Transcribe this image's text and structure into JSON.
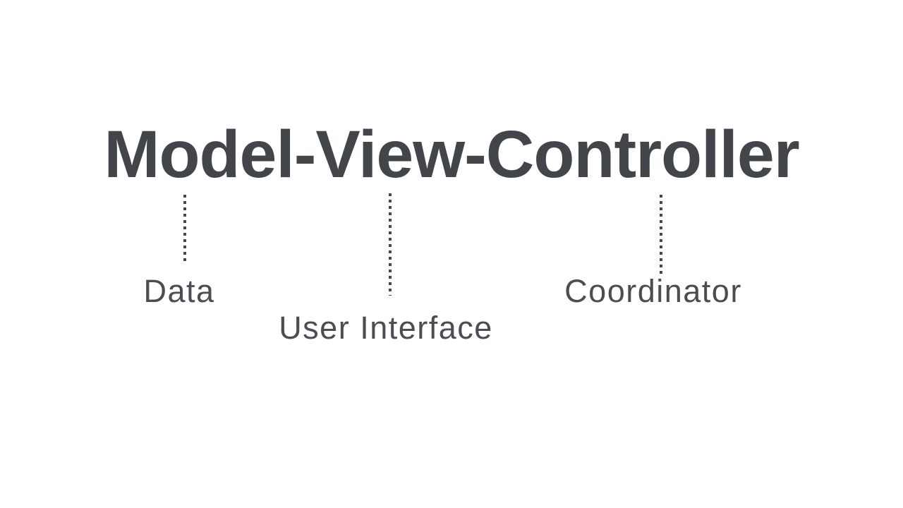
{
  "page": {
    "background_color": "#ffffff",
    "title_color": "#42454a",
    "label_color": "#4a4d51",
    "connector_color": "#45484c",
    "connector_style": "vertical-dotted"
  },
  "diagram": {
    "title": "Model-View-Controller",
    "components": [
      {
        "term": "Model",
        "meaning": "Data"
      },
      {
        "term": "View",
        "meaning": "User Interface"
      },
      {
        "term": "Controller",
        "meaning": "Coordinator"
      }
    ]
  }
}
